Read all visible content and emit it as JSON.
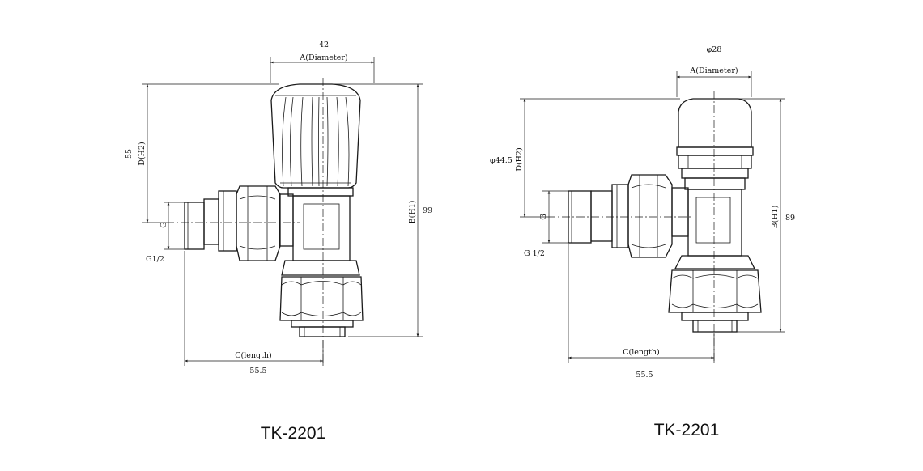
{
  "left_drawing": {
    "model": "TK-2201",
    "dims": {
      "a_value": "42",
      "a_label": "A(Diameter)",
      "d_value": "55",
      "d_label": "D(H2)",
      "g_label": "G",
      "g_size": "G1/2",
      "b_label": "B(H1)",
      "b_value": "99",
      "c_label": "C(length)",
      "c_value": "55.5"
    }
  },
  "right_drawing": {
    "model": "TK-2201",
    "dims": {
      "a_value": "φ28",
      "a_label": "A(Diameter)",
      "d_value": "φ44.5",
      "d_label": "D(H2)",
      "g_label": "G",
      "g_size": "G 1/2",
      "b_label": "B(H1)",
      "b_value": "89",
      "c_label": "C(length)",
      "c_value": "55.5"
    }
  }
}
